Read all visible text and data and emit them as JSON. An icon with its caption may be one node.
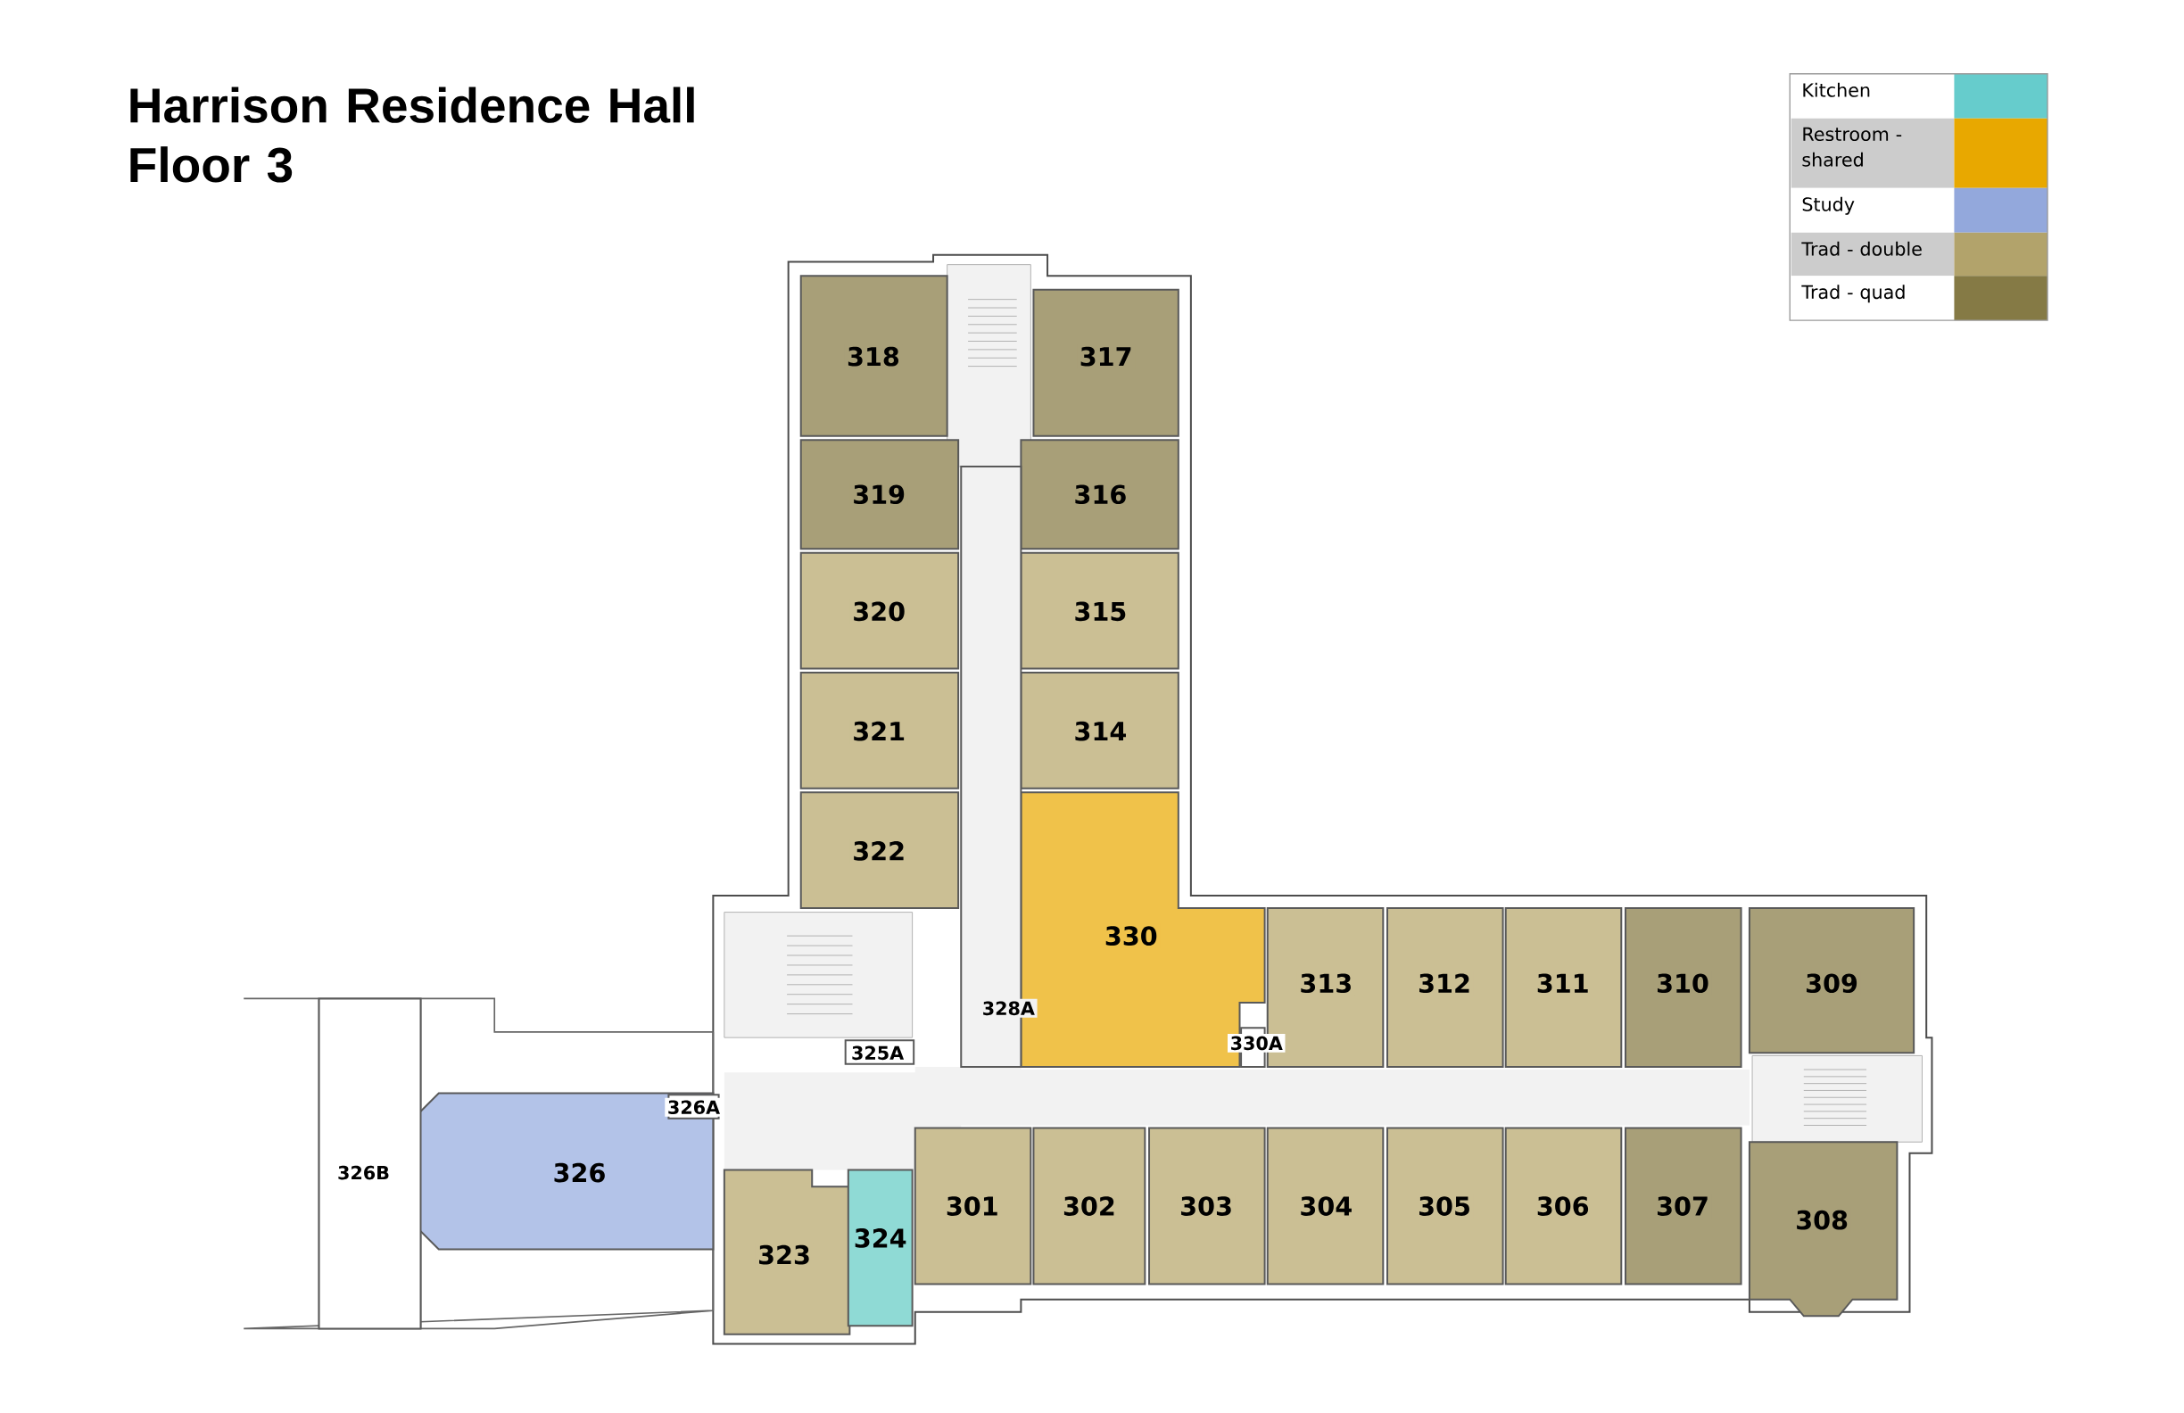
{
  "diagram": {
    "title": "Harrison Residence Hall Floor 3",
    "nodes": [
      {
        "text": [
          "318"
        ]
      },
      {
        "text": [
          "317"
        ]
      },
      {
        "text": [
          "319"
        ]
      },
      {
        "text": [
          "316"
        ]
      },
      {
        "text": [
          "320"
        ]
      },
      {
        "text": [
          "315"
        ]
      },
      {
        "text": [
          "321"
        ]
      },
      {
        "text": [
          "314"
        ]
      },
      {
        "text": [
          "322"
        ]
      },
      {
        "text": [
          "330"
        ]
      },
      {
        "text": [
          "313"
        ]
      },
      {
        "text": [
          "312"
        ]
      },
      {
        "text": [
          "311"
        ]
      },
      {
        "text": [
          "310"
        ]
      },
      {
        "text": [
          "309"
        ]
      },
      {
        "text": [
          "328A"
        ]
      },
      {
        "text": [
          "325A"
        ]
      },
      {
        "text": [
          "330A"
        ]
      },
      {
        "text": [
          "326A"
        ]
      },
      {
        "text": [
          "326B"
        ]
      },
      {
        "text": [
          "326"
        ]
      },
      {
        "text": [
          "301"
        ]
      },
      {
        "text": [
          "302"
        ]
      },
      {
        "text": [
          "303"
        ]
      },
      {
        "text": [
          "304"
        ]
      },
      {
        "text": [
          "305"
        ]
      },
      {
        "text": [
          "306"
        ]
      },
      {
        "text": [
          "307"
        ]
      },
      {
        "text": [
          "308"
        ]
      },
      {
        "text": [
          "323"
        ]
      },
      {
        "text": [
          "324"
        ]
      }
    ],
    "legend": [
      {
        "text": "Kitchen",
        "color": "#66cccc"
      },
      {
        "text": "Restroom - shared",
        "color": "#e8a800"
      },
      {
        "text": "Study",
        "color": "#93a8dc"
      },
      {
        "text": "Trad - double",
        "color": "#b2a36b"
      },
      {
        "text": "Trad - quad",
        "color": "#857a45"
      }
    ]
  }
}
